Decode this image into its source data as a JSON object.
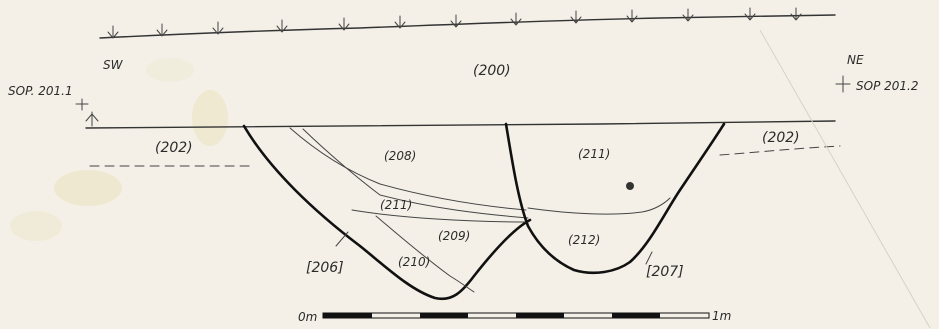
{
  "orientation": {
    "left": "SW",
    "right": "NE"
  },
  "datum_labels": {
    "left": "SOP. 201.1",
    "right": "SOP 201.2"
  },
  "context_labels": {
    "c200": "(200)",
    "c202_left": "(202)",
    "c202_right": "(202)",
    "c208": "(208)",
    "c211_top": "(211)",
    "c211_mid": "(211)",
    "c209": "(209)",
    "c210": "(210)",
    "c212": "(212)"
  },
  "cut_labels": {
    "cut_left": "[206]",
    "cut_right": "[207]"
  },
  "scale_bar": {
    "start": "0m",
    "end": "1m"
  },
  "colors": {
    "paper": "#f4f0e7",
    "ink": "#111111",
    "stain": "#e9e3bf"
  }
}
